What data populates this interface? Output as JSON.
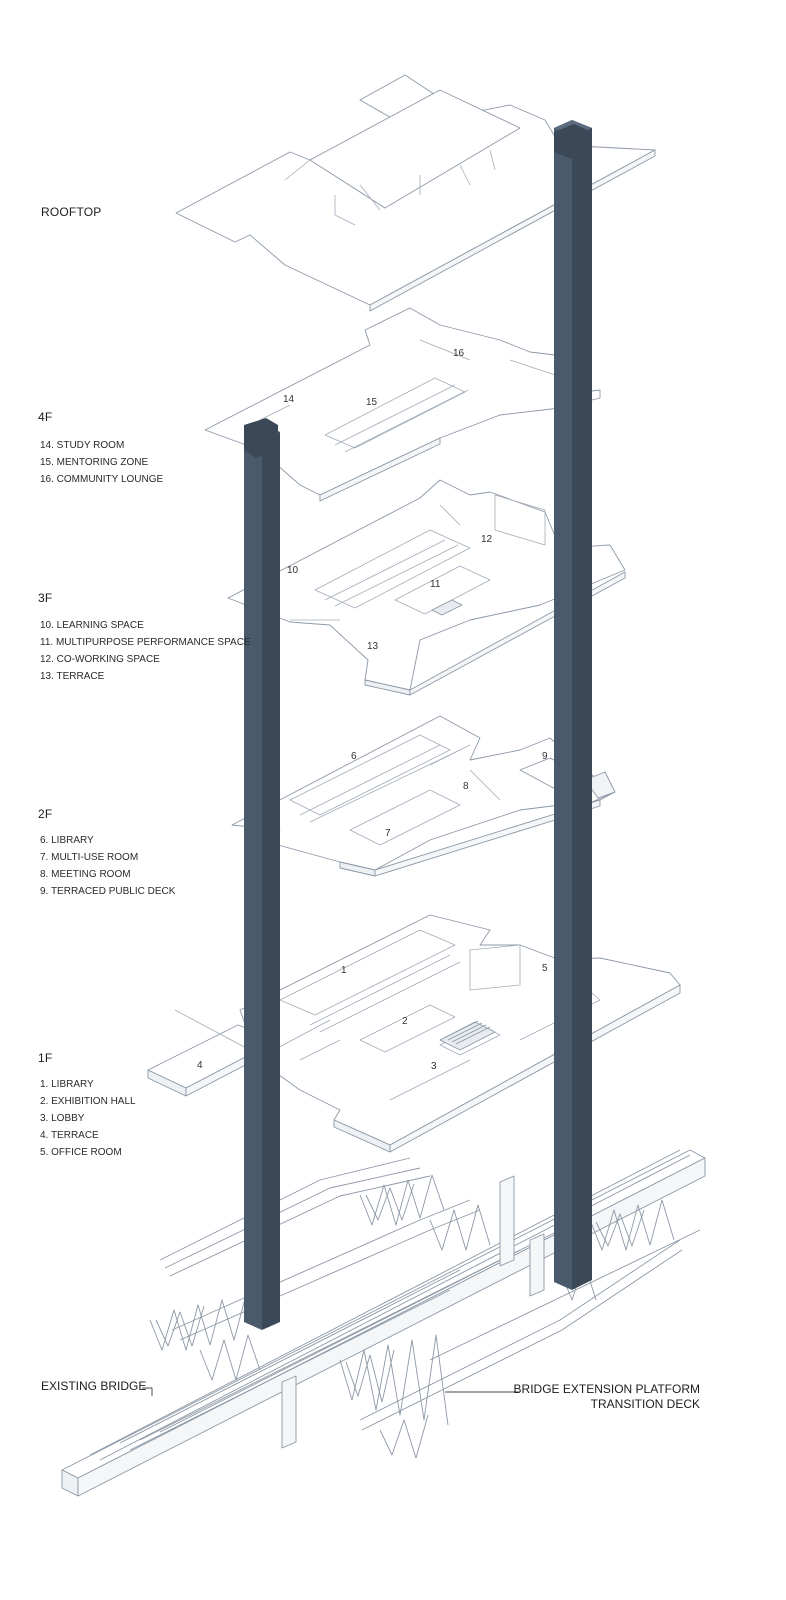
{
  "floors": {
    "rooftop": {
      "title": "ROOFTOP"
    },
    "f4": {
      "title": "4F",
      "rooms": [
        "14. STUDY ROOM",
        "15. MENTORING ZONE",
        "16. COMMUNITY LOUNGE"
      ]
    },
    "f3": {
      "title": "3F",
      "rooms": [
        "10. LEARNING SPACE",
        "11. MULTIPURPOSE PERFORMANCE SPACE",
        "12. CO-WORKING SPACE",
        "13. TERRACE"
      ]
    },
    "f2": {
      "title": "2F",
      "rooms": [
        "6. LIBRARY",
        "7. MULTI-USE ROOM",
        "8. MEETING ROOM",
        "9. TERRACED PUBLIC DECK"
      ]
    },
    "f1": {
      "title": "1F",
      "rooms": [
        "1. LIBRARY",
        "2. EXHIBITION HALL",
        "3. LOBBY",
        "4. TERRACE",
        "5. OFFICE ROOM"
      ]
    }
  },
  "plan_numbers": [
    "1",
    "2",
    "3",
    "4",
    "5",
    "6",
    "7",
    "8",
    "9",
    "10",
    "11",
    "12",
    "13",
    "14",
    "15",
    "16"
  ],
  "callouts": {
    "existing_bridge": "EXISTING BRIDGE",
    "extension_line1": "BRIDGE EXTENSION PLATFORM",
    "extension_line2": "TRANSITION DECK"
  },
  "colors": {
    "core": "#4a5a6c",
    "core_dark": "#3a4858",
    "line": "#8a96a4",
    "slab": "#ffffff",
    "ink": "#1c1c1c"
  }
}
